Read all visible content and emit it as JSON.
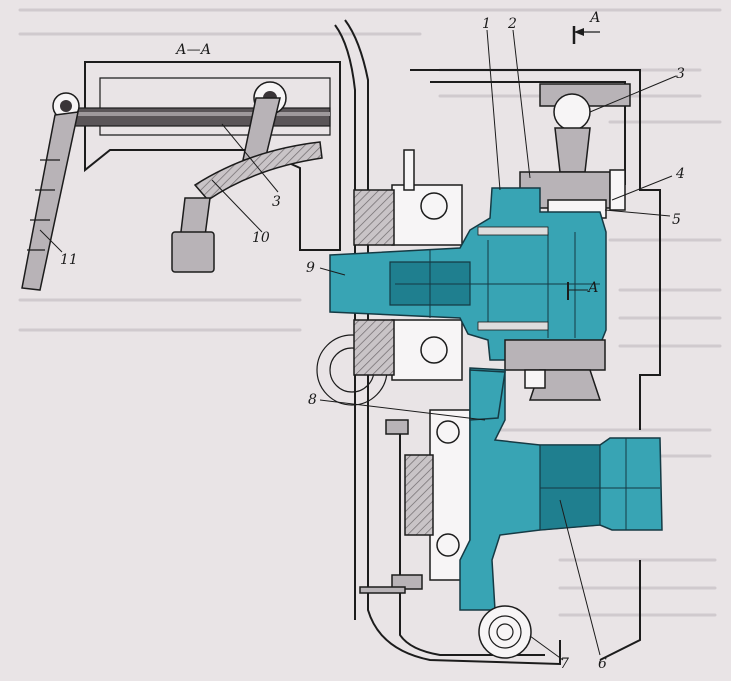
{
  "section_title": "А—А",
  "section_marker": "А",
  "section_cut_label": "А",
  "callouts": [
    {
      "id": "1",
      "text": "1"
    },
    {
      "id": "2",
      "text": "2"
    },
    {
      "id": "3",
      "text": "3"
    },
    {
      "id": "4",
      "text": "4"
    },
    {
      "id": "5",
      "text": "5"
    },
    {
      "id": "6",
      "text": "6"
    },
    {
      "id": "7",
      "text": "7"
    },
    {
      "id": "8",
      "text": "8"
    },
    {
      "id": "9",
      "text": "9"
    },
    {
      "id": "10",
      "text": "10"
    },
    {
      "id": "11",
      "text": "11"
    }
  ],
  "left_view_callouts": {
    "c3": "3",
    "c10": "10",
    "c11": "11"
  },
  "colors": {
    "shaft": "#38a4b4",
    "housing": "#b8b3b7",
    "paper": "#e9e4e6"
  }
}
